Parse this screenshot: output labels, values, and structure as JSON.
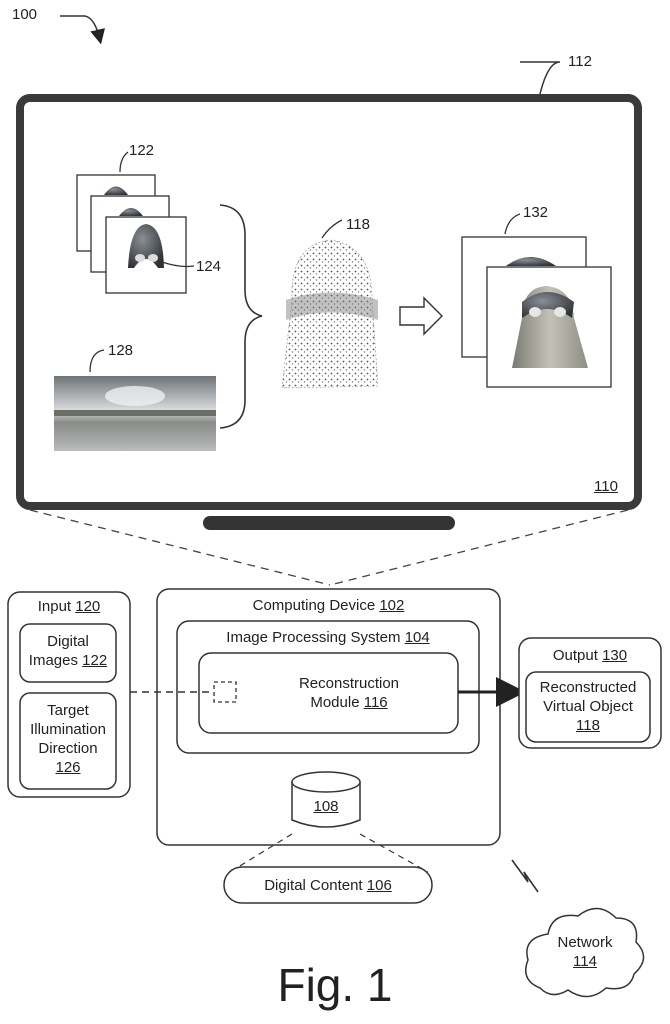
{
  "figure": {
    "ref_100": "100",
    "ref_112": "112",
    "ref_122": "122",
    "ref_124": "124",
    "ref_118": "118",
    "ref_128": "128",
    "ref_132": "132",
    "ref_110": "110",
    "caption": "Fig. 1"
  },
  "input": {
    "title": "Input ",
    "ref": "120",
    "digital_images_line1": "Digital",
    "digital_images_line2": "Images ",
    "digital_images_ref": "122",
    "target_line1": "Target",
    "target_line2": "Illumination",
    "target_line3": "Direction",
    "target_ref": "126"
  },
  "computing_device": {
    "title": "Computing Device ",
    "ref": "102",
    "ips_title": "Image Processing System ",
    "ips_ref": "104",
    "module_line1": "Reconstruction",
    "module_line2": "Module ",
    "module_ref": "116",
    "storage_ref": "108"
  },
  "digital_content": {
    "label": "Digital Content ",
    "ref": "106"
  },
  "output": {
    "title": "Output ",
    "ref": "130",
    "line1": "Reconstructed",
    "line2": "Virtual Object",
    "obj_ref": "118"
  },
  "network": {
    "label": "Network",
    "ref": "114"
  },
  "colors": {
    "stroke": "#333333",
    "screen_border": "#3a3a3a"
  }
}
